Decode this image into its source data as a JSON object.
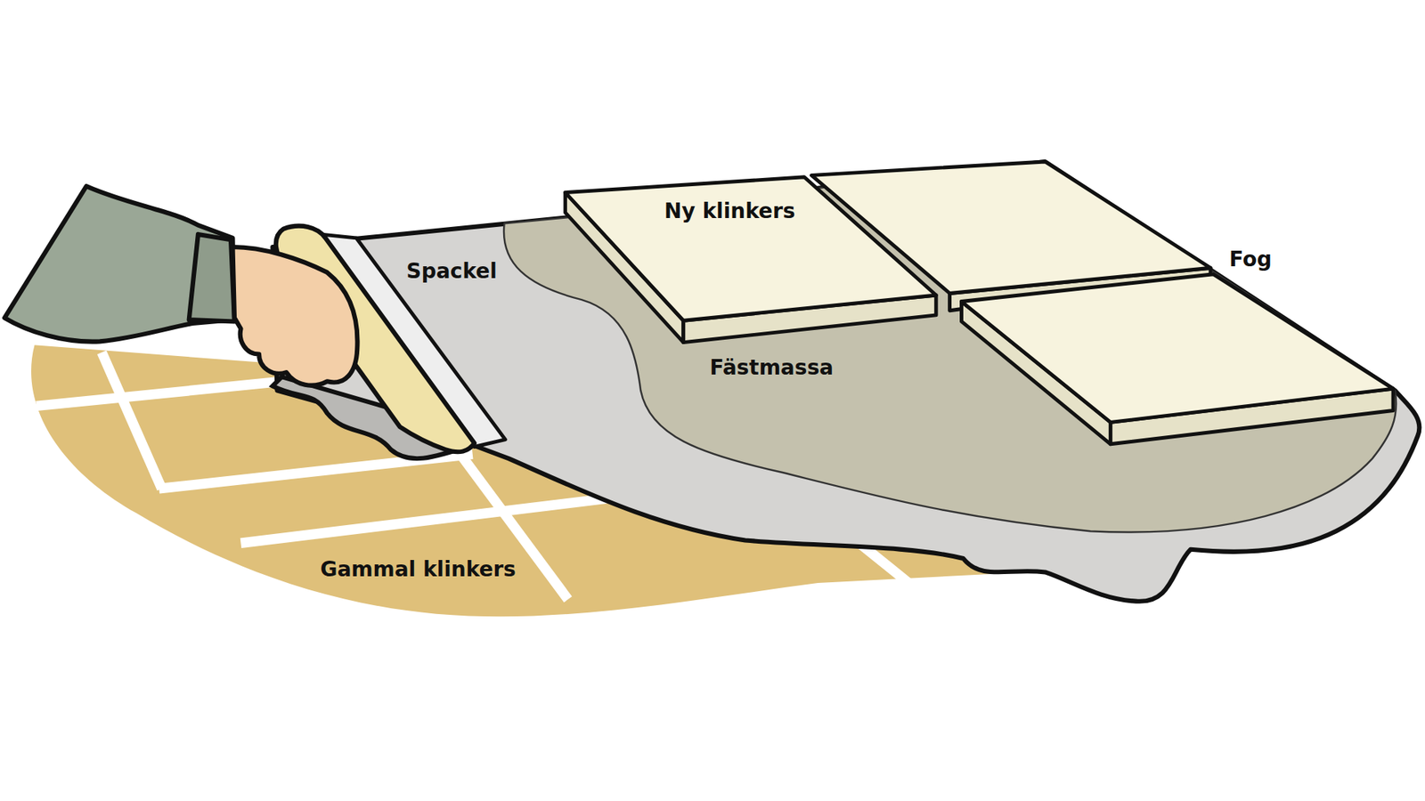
{
  "diagram": {
    "labels": [
      "Ny klinkers",
      "Spackel",
      "Fog",
      "Fästmassa",
      "Gammal klinkers"
    ]
  }
}
